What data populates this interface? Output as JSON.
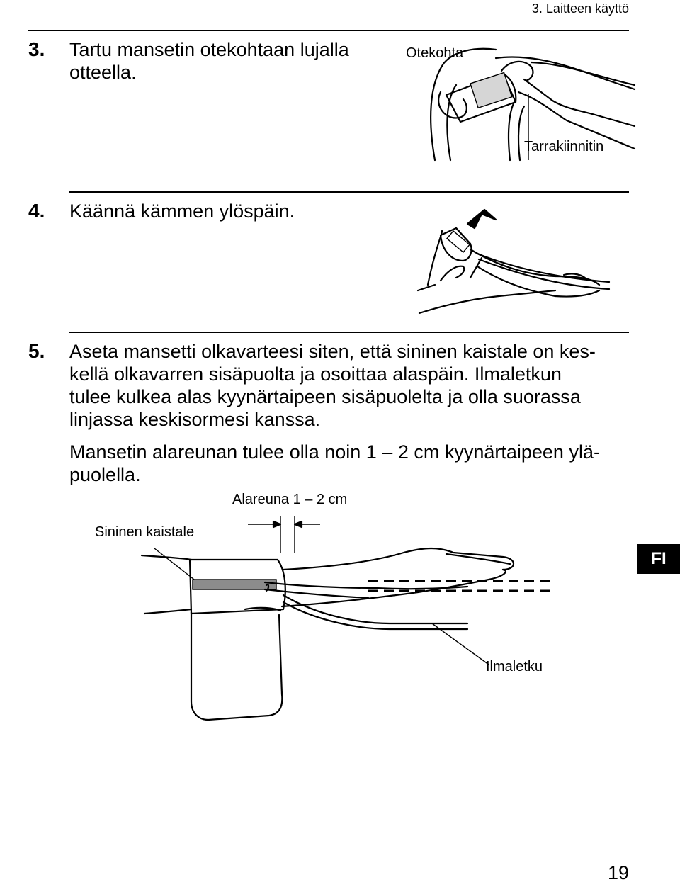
{
  "header": {
    "section_title": "3. Laitteen käyttö"
  },
  "steps": [
    {
      "number": "3.",
      "text_lines": [
        "Tartu mansetin otekohtaan lujalla",
        "otteella."
      ]
    },
    {
      "number": "4.",
      "text_lines": [
        "Käännä kämmen ylöspäin."
      ]
    },
    {
      "number": "5.",
      "text_lines": [
        "Aseta mansetti olkavarteesi siten, että sininen kaistale on kes-",
        "kellä olkavarren sisäpuolta ja osoittaa alaspäin. Ilmaletkun",
        "tulee kulkea alas kyynärtaipeen sisäpuolelta ja olla suorassa",
        "linjassa keskisormesi kanssa."
      ],
      "note_lines": [
        "Mansetin alareunan tulee olla noin 1 – 2 cm kyynärtaipeen ylä-",
        "puolella."
      ]
    }
  ],
  "figure1": {
    "label_grip": "Otekohta",
    "label_fastener": "Tarrakiinnitin"
  },
  "figure3": {
    "label_blue_stripe": "Sininen kaistale",
    "label_lower_edge": "Alareuna 1 – 2 cm",
    "label_air_tube": "Ilmaletku"
  },
  "language_tab": "FI",
  "page_number": "19"
}
